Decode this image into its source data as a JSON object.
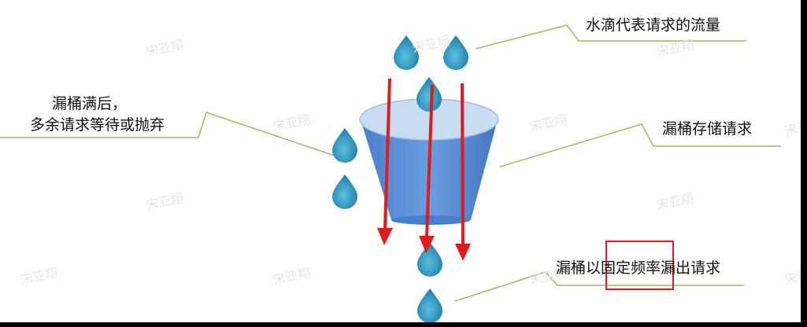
{
  "labels": {
    "top_right": "水滴代表请求的流量",
    "left_line1": "漏桶满后，",
    "left_line2": "多余请求等待或抛弃",
    "mid_right": "漏桶存储请求",
    "bottom_pre": "漏桶以",
    "bottom_boxed": "固定频率",
    "bottom_post": "漏出请求"
  },
  "watermark": "宋亚翔",
  "colors": {
    "bucket_fill": "#5b8fd6",
    "bucket_rim": "#c8dcf2",
    "drop": "#2f8fb5",
    "arrow": "#e01b1b",
    "leader_line": "#a4b468",
    "highlight_box": "#d62020"
  }
}
